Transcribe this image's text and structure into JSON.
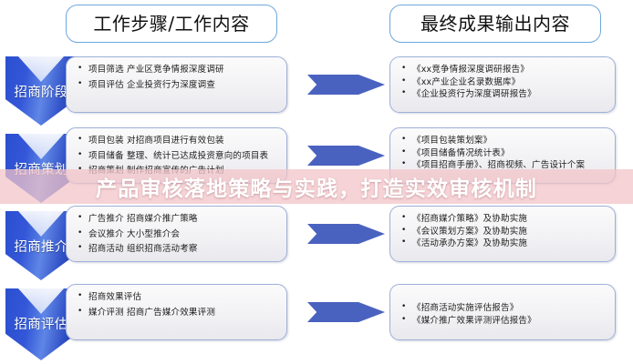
{
  "headers": {
    "left": "工作步骤/工作内容",
    "right": "最终成果输出内容"
  },
  "stages": [
    {
      "label": "招商阶段"
    },
    {
      "label": "招商策划"
    },
    {
      "label": "招商推介"
    },
    {
      "label": "招商评估"
    }
  ],
  "rows": [
    {
      "work": [
        "项目筛选 产业区竞争情报深度调研",
        "项目评估 企业投资行为深度调查"
      ],
      "output": [
        "《xx竞争情报深度调研报告》",
        "《xx产业企业名录数据库》",
        "《企业投资行为深度调研报告》"
      ]
    },
    {
      "work": [
        "项目包装 对招商项目进行有效包装",
        "项目储备 整理、统计已达成投资意向的项目表",
        "招商策划 制作招商宣传的广告计划"
      ],
      "output": [
        "《项目包装策划案》",
        "《项目储备情况统计表》",
        "《项目招商手册》、招商视频、广告设计个案"
      ]
    },
    {
      "work": [
        "广告推介 招商媒介推广策略",
        "会议推介 大小型推介会",
        "招商活动 组织招商活动考察"
      ],
      "output": [
        "《招商媒介策略》及协助实施",
        "《会议策划方案》及协助实施",
        "《活动承办方案》及协助实施"
      ]
    },
    {
      "work": [
        "招商效果评估",
        "媒介评测 招商广告媒介效果评测"
      ],
      "output": [
        "《招商活动实施评估报告》",
        "《媒介推广效果评测评估报告》"
      ]
    }
  ],
  "overlay": {
    "title": "产品审核落地策略与实践，打造实效审核机制"
  },
  "colors": {
    "stage_arrow_blue": "#3357d8",
    "flow_arrow_blue": "#4a62bf",
    "header_border_blue": "#6fa8dc",
    "box_border": "#9fb0d8",
    "overlay_band": "#f3c4c8"
  }
}
